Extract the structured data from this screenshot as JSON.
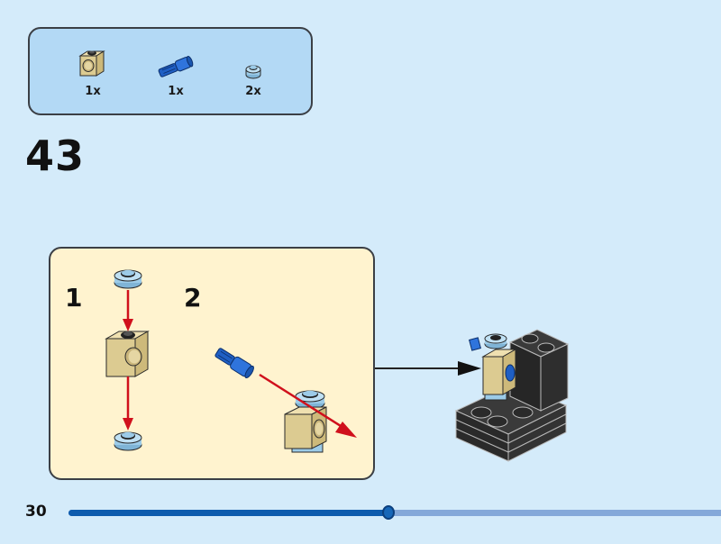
{
  "parts_list": {
    "items": [
      {
        "name": "technic-brick-1x1-with-hole",
        "color": "tan",
        "quantity": "1x"
      },
      {
        "name": "technic-axle-pin",
        "color": "blue",
        "quantity": "1x"
      },
      {
        "name": "round-plate-1x1",
        "color": "light-blue",
        "quantity": "2x"
      }
    ]
  },
  "step": {
    "number": "43",
    "substeps": [
      {
        "label": "1"
      },
      {
        "label": "2"
      }
    ]
  },
  "footer": {
    "page_number": "30",
    "progress_percent": 48
  },
  "colors": {
    "background": "#d4ebfa",
    "parts_box": "#b3d9f5",
    "substep_box": "#fff3cf",
    "arrow_red": "#d0101c",
    "progress_fill": "#0d5bad",
    "progress_track": "#84a8d9"
  }
}
